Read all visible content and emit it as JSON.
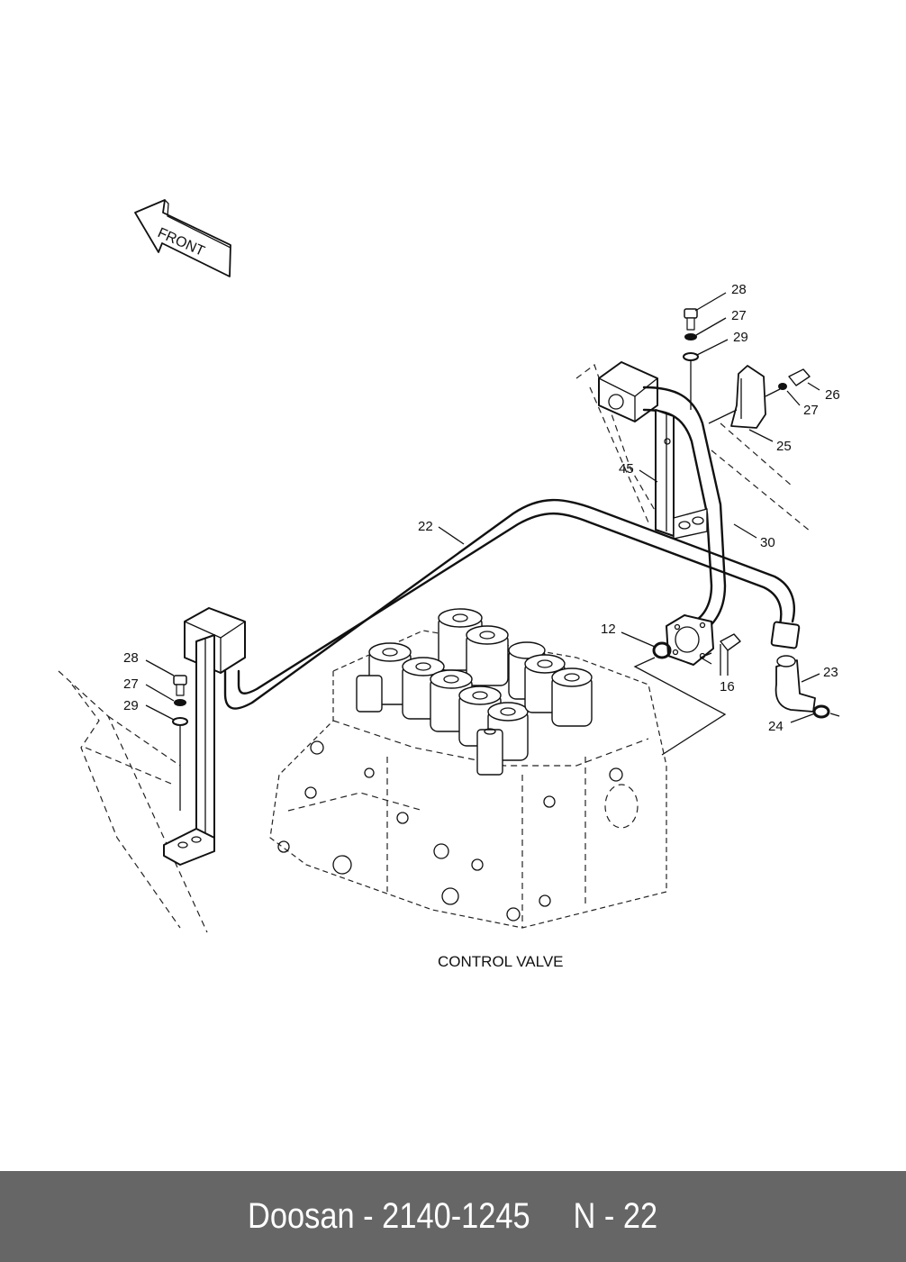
{
  "diagram": {
    "orientation_label": "FRONT",
    "caption": "CONTROL VALVE",
    "callouts": {
      "bolt_top_right": "28",
      "lockwasher_top_right": "27",
      "washer_top_right": "29",
      "bolt_clamp": "26",
      "lockwasher_clamp": "27",
      "clamp": "25",
      "bracket": "45",
      "pipe_upper": "30",
      "pipe_main": "22",
      "oring_flange": "12",
      "flange_bolt": "16",
      "elbow": "23",
      "oring_elbow": "24",
      "bolt_left": "28",
      "lockwasher_left": "27",
      "washer_left": "29"
    }
  },
  "footer": {
    "brand": "Doosan",
    "part_number": "2140-1245",
    "page_ref": "N - 22",
    "text": "Doosan - 2140-1245     N - 22"
  }
}
